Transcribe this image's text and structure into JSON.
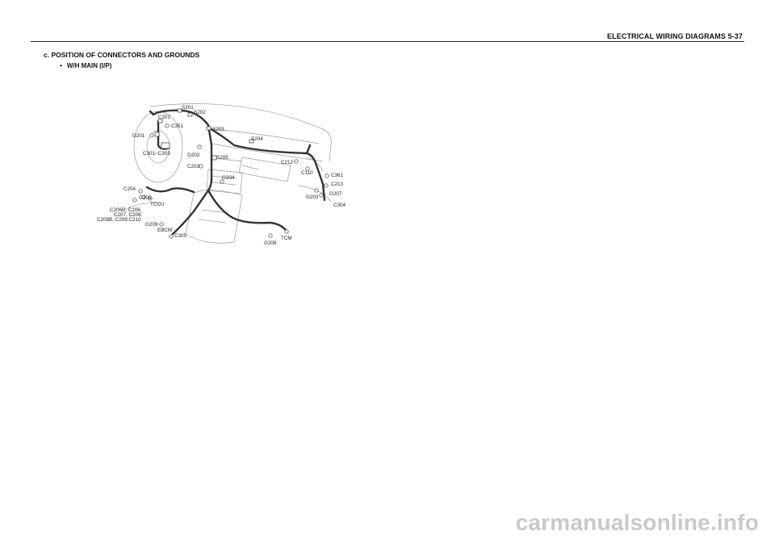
{
  "header": {
    "title": "ELECTRICAL  WIRING  DIAGRAMS  5-37"
  },
  "section": {
    "heading": "c.  POSITION  OF  CONNECTORS  AND  GROUNDS",
    "bullet": "•",
    "item": "W/H MAIN (I/P)"
  },
  "diagram": {
    "labels": {
      "S201": "S201",
      "S202": "S202",
      "C201": "C201",
      "C351": "C351",
      "S203": "S203",
      "G201": "G201",
      "S204": "S204",
      "C301_C303": "C301~C303",
      "G202": "G202",
      "S205": "S205",
      "C212": "C212",
      "C203": "C203",
      "C110": "C110",
      "C361": "C361",
      "G204": "G204",
      "C213": "C213",
      "C204": "C204",
      "G207": "G207",
      "G205": "G205",
      "G203": "G203",
      "TCCU": "TCCU",
      "C304": "C304",
      "C206_line1": "C206B, C206,",
      "C206_line2": "C207, C208,",
      "C206_line3": "C208B, C209,C210",
      "G209": "G209",
      "EBCM": "EBCM",
      "C305": "C305",
      "TCM": "TCM",
      "G208": "G208"
    }
  },
  "watermark": "carmanualsonline.info"
}
